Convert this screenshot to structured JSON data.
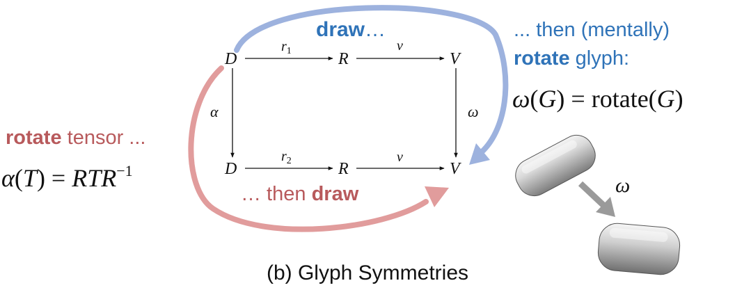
{
  "colors": {
    "blue": "#9db2de",
    "blue_text": "#2f73b8",
    "red": "#e19c9c",
    "red_text": "#b85a5c",
    "black": "#111111",
    "gray_arrow": "#9a9a9a"
  },
  "diagram": {
    "top_row": {
      "d": "D",
      "r": "R",
      "v": "V",
      "map1": "r",
      "map1_sub": "1",
      "map2": "v"
    },
    "bottom_row": {
      "d": "D",
      "r": "R",
      "v": "V",
      "map1": "r",
      "map1_sub": "2",
      "map2": "v"
    },
    "left_map": "α",
    "right_map": "ω"
  },
  "blue_path": {
    "bold": "draw",
    "rest": "…"
  },
  "red_path": {
    "lead": "… then ",
    "bold": "draw"
  },
  "left_text": {
    "bold": "rotate",
    "rest": " tensor ...",
    "eq_alpha": "α",
    "eq_open": "(",
    "eq_T": "T",
    "eq_close_eq": ") = ",
    "eq_rhs": "RTR",
    "eq_exp": "−1"
  },
  "right_text": {
    "line1": "... then (mentally)",
    "bold": "rotate",
    "rest": " glyph:",
    "eq_omega": "ω",
    "eq_open": "(",
    "eq_G": "G",
    "eq_close_eq": ") = ",
    "eq_rot": "rotate",
    "eq_open2": "(",
    "eq_G2": "G",
    "eq_close2": ")"
  },
  "glyph_arrow_label": "ω",
  "caption": "(b) Glyph Symmetries"
}
